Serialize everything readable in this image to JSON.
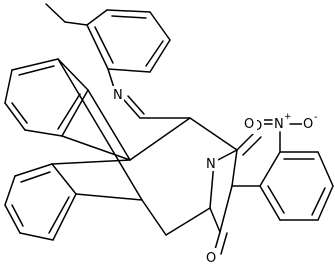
{
  "molecule": {
    "atom_labels": {
      "imine_nitrogen": "N",
      "imide_nitrogen": "N",
      "upper_carbonyl_oxygen": "O",
      "lower_carbonyl_oxygen": "O",
      "nitro_nitrogen": "N",
      "nitro_charge_plus": "+",
      "nitro_oxygen_left": "O",
      "nitro_oxygen_right": "O",
      "nitro_charge_minus": "-"
    }
  }
}
